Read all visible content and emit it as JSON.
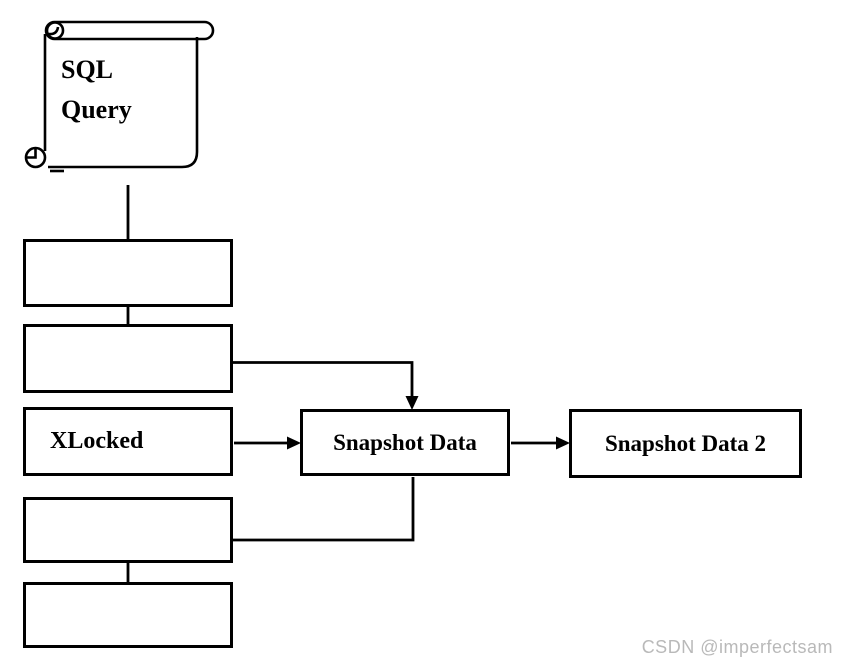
{
  "diagram": {
    "title_node": {
      "line1": "SQL",
      "line2": "Query"
    },
    "nodes": {
      "xlocked": {
        "label": "XLocked"
      },
      "snapshot_data": {
        "label": "Snapshot Data"
      },
      "snapshot_data_2": {
        "label": "Snapshot Data 2"
      },
      "empty_box_count": 4
    },
    "edges": [
      {
        "from": "sql-query-scroll",
        "to": "snapshot_data",
        "style": "elbow-down-right-down-arrow"
      },
      {
        "from": "xlocked",
        "to": "snapshot_data",
        "style": "straight-right-arrow"
      },
      {
        "from": "snapshot_data",
        "to": "snapshot_data_2",
        "style": "straight-right-arrow"
      },
      {
        "from": "snapshot_data",
        "to": "empty-box-5",
        "style": "elbow-down-left-down-arrow"
      }
    ],
    "colors": {
      "line": "#000000",
      "background": "#ffffff",
      "watermark": "#b9b9b9"
    }
  },
  "watermark": {
    "text": "CSDN @imperfectsam"
  }
}
